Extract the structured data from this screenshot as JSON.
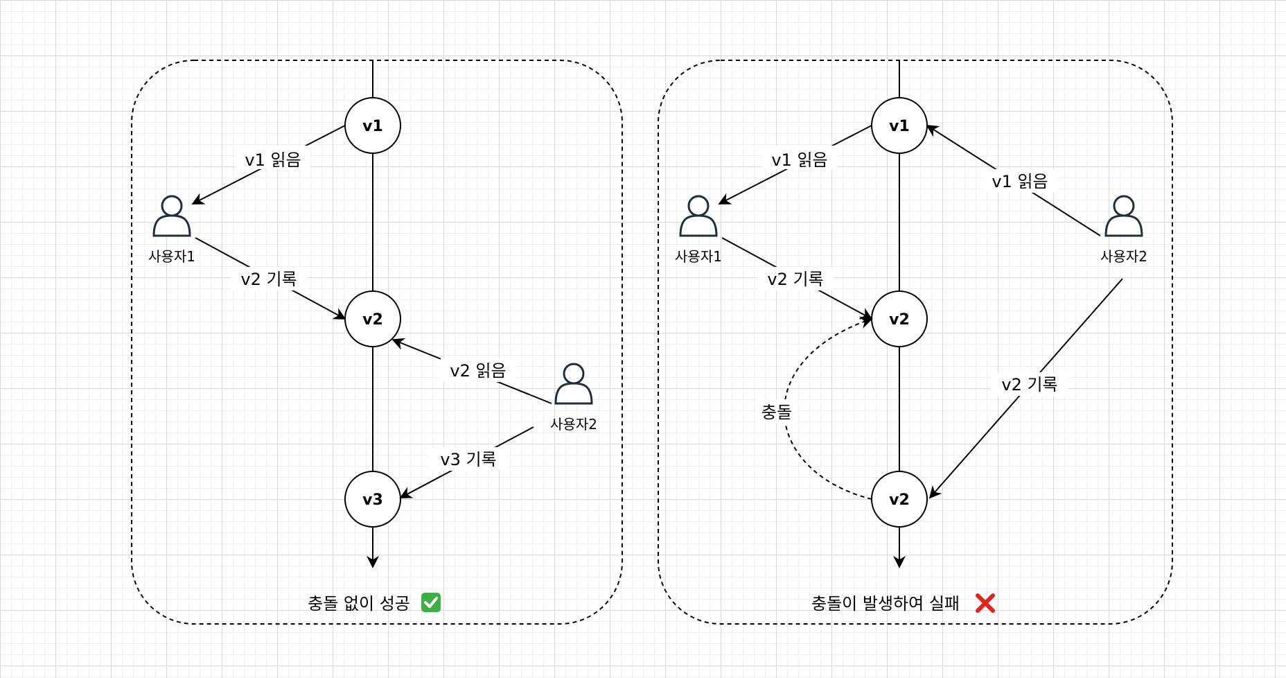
{
  "left_panel": {
    "nodes": {
      "v1": "v1",
      "v2": "v2",
      "v3": "v3"
    },
    "users": {
      "user1": "사용자1",
      "user2": "사용자2"
    },
    "edges": {
      "user1_read": "v1 읽음",
      "user1_write": "v2 기록",
      "user2_read": "v2 읽음",
      "user2_write": "v3 기록"
    },
    "caption": "충돌 없이 성공",
    "caption_icon": "✅"
  },
  "right_panel": {
    "nodes": {
      "v1": "v1",
      "v2_top": "v2",
      "v2_bottom": "v2"
    },
    "users": {
      "user1": "사용자1",
      "user2": "사용자2"
    },
    "edges": {
      "user1_read": "v1 읽음",
      "user1_write": "v2 기록",
      "user2_read": "v1 읽음",
      "user2_write": "v2 기록",
      "conflict": "충돌"
    },
    "caption": "충돌이 발생하여 실패",
    "caption_icon": "❌"
  },
  "colors": {
    "line": "#000000",
    "user_icon": "#1f2d3d",
    "success": "#3cb043",
    "fail": "#e0231b"
  }
}
